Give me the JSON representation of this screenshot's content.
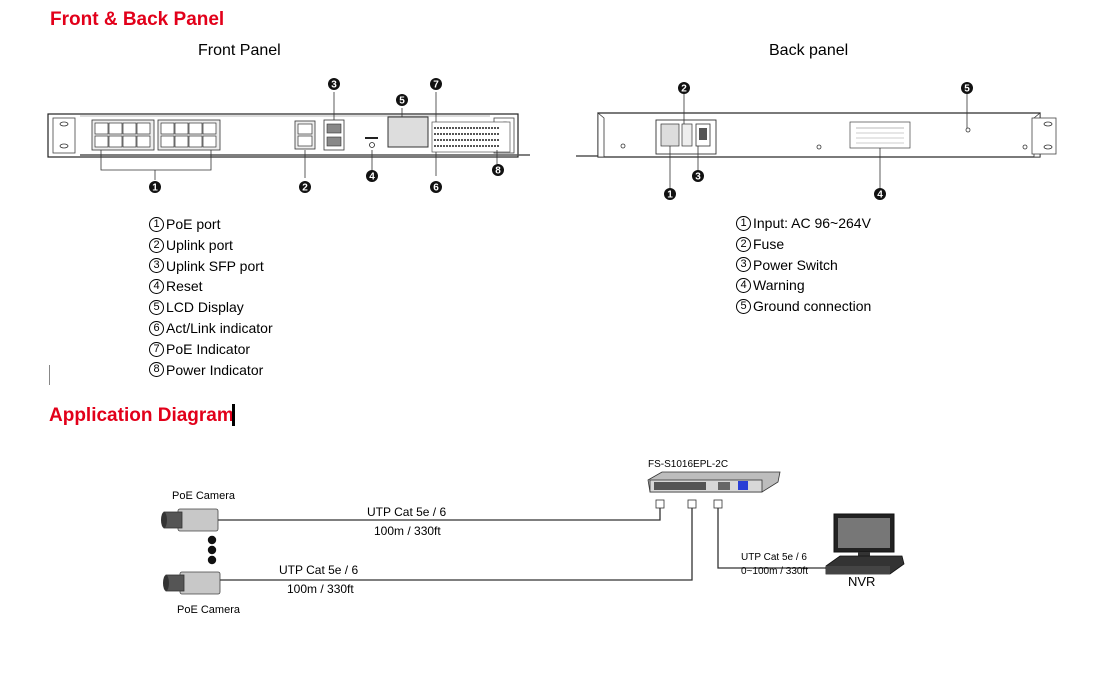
{
  "sections": {
    "panel_title": "Front & Back Panel",
    "app_title": "Application Diagram"
  },
  "front": {
    "title": "Front Panel",
    "callouts": [
      "1",
      "2",
      "3",
      "4",
      "5",
      "6",
      "7",
      "8"
    ],
    "legend": [
      {
        "num": "1",
        "text": " PoE port"
      },
      {
        "num": "2",
        "text": "Uplink port"
      },
      {
        "num": "3",
        "text": "Uplink SFP port"
      },
      {
        "num": "4",
        "text": "Reset"
      },
      {
        "num": "5",
        "text": "LCD Display"
      },
      {
        "num": "6",
        "text": "Act/Link indicator"
      },
      {
        "num": "7",
        "text": "PoE Indicator"
      },
      {
        "num": "8",
        "text": "Power Indicator"
      }
    ]
  },
  "back": {
    "title": "Back panel",
    "callouts": [
      "1",
      "2",
      "3",
      "4",
      "5"
    ],
    "legend": [
      {
        "num": "1",
        "text": " Input: AC 96~264V"
      },
      {
        "num": "2",
        "text": "Fuse"
      },
      {
        "num": "3",
        "text": "Power Switch"
      },
      {
        "num": "4",
        "text": "Warning"
      },
      {
        "num": "5",
        "text": "Ground connection"
      }
    ]
  },
  "diagram": {
    "switch_label": "FS-S1016EPL-2C",
    "camera_top_label": "PoE  Camera",
    "camera_bottom_label": "PoE  Camera",
    "link_top_cable": "UTP Cat 5e / 6",
    "link_top_length": "100m / 330ft",
    "link_bottom_cable": "UTP Cat 5e / 6",
    "link_bottom_length": "100m / 330ft",
    "link_nvr_cable": "UTP Cat 5e / 6",
    "link_nvr_length": "0~100m / 330ft",
    "nvr_label": "NVR"
  },
  "colors": {
    "title_red": "#e2001a",
    "line": "#333333",
    "device_gray": "#c8c8c8",
    "lcd_blue": "#2a3fd6"
  }
}
